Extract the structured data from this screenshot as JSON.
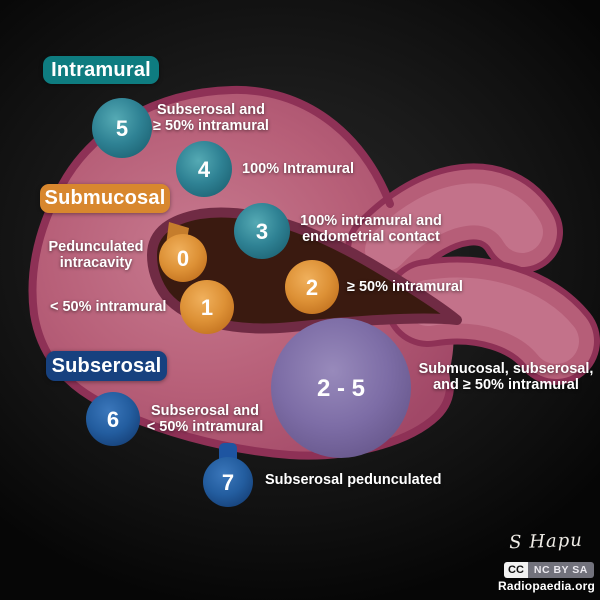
{
  "badges": {
    "intramural": "Intramural",
    "submucosal": "Submucosal",
    "subserosal": "Subserosal"
  },
  "nodes": {
    "n0": {
      "number": "0",
      "line1": "Pedunculated",
      "line2": "intracavity"
    },
    "n1": {
      "number": "1",
      "line1": "< 50% intramural"
    },
    "n2": {
      "number": "2",
      "line1": "≥ 50% intramural"
    },
    "n3": {
      "number": "3",
      "line1": "100% intramural and",
      "line2": "endometrial contact"
    },
    "n4": {
      "number": "4",
      "line1": "100% Intramural"
    },
    "n5": {
      "number": "5",
      "line1": "Subserosal and",
      "line2": "≥ 50% intramural"
    },
    "n6": {
      "number": "6",
      "line1": "Subserosal and",
      "line2": "< 50% intramural"
    },
    "n7": {
      "number": "7",
      "line1": "Subserosal pedunculated"
    },
    "n2_5": {
      "number": "2 - 5",
      "line1": "Submucosal, subserosal,",
      "line2": "and ≥ 50% intramural"
    }
  },
  "credits": {
    "signature": "S Hapu",
    "cc": "CC",
    "cc_terms": "NC BY SA",
    "site": "Radiopaedia.org"
  },
  "colors": {
    "intramural_teal": "#0e7c80",
    "submucosal_orange": "#d8872e",
    "subserosal_navy": "#17417f",
    "fibroid_teal": "#2f8294",
    "fibroid_orange": "#dd9136",
    "fibroid_blue": "#235d9f",
    "fibroid_purple": "#7d6da6",
    "uterus_wall": "#b75f78",
    "uterus_outline": "#8e3156",
    "cavity": "#3a1a10"
  }
}
